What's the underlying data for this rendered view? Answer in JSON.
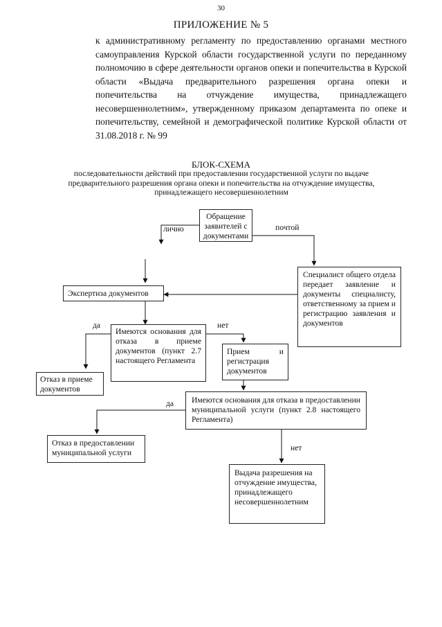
{
  "page_number": "30",
  "appendix_title": "ПРИЛОЖЕНИЕ № 5",
  "intro_text": "к административному регламенту по предоставлению органами местного самоуправления Курской области государственной услуги по переданному полномочию в сфере деятельности органов опеки и попечительства в Курской области «Выдача предварительного разрешения органа опеки и попечительства на отчуждение имущества, принадлежащего несовершеннолетним», утвержденному приказом департамента по опеке и попечительству, семейной и демографической политике Курской области от 31.08.2018 г. № 99",
  "schema": {
    "title": "БЛОК-СХЕМА",
    "subtitle": "последовательности действий при предоставлении государственной услуги по выдаче предварительного разрешения органа опеки и попечительства на отчуждение имущества, принадлежащего несовершеннолетним",
    "boxes": {
      "appeal": "Обращение заявителей с документами",
      "specialist": "Специалист общего отдела передает заявление и документы специалисту, ответственному за прием и регистрацию заявления и документов",
      "expertise": "Экспертиза документов",
      "grounds_receipt": "Имеются основания для отказа в приеме документов (пункт 2.7 настоящего Регламента",
      "refuse_receipt": "Отказ в приеме документов",
      "registration": "Прием и регистрация документов",
      "grounds_service": "Имеются основания для отказа в предоставлении муниципальной услуги (пункт 2.8 настоящего Регламента)",
      "refuse_service": "Отказ в предоставлении муниципальной услуги",
      "permit": "Выдача разрешения на отчуждение имущества, принадлежащего несовершеннолетним"
    },
    "labels": {
      "in_person": "лично",
      "by_mail": "почтой",
      "yes_1": "да",
      "no_1": "нет",
      "yes_2": "да",
      "no_2": "нет"
    }
  }
}
